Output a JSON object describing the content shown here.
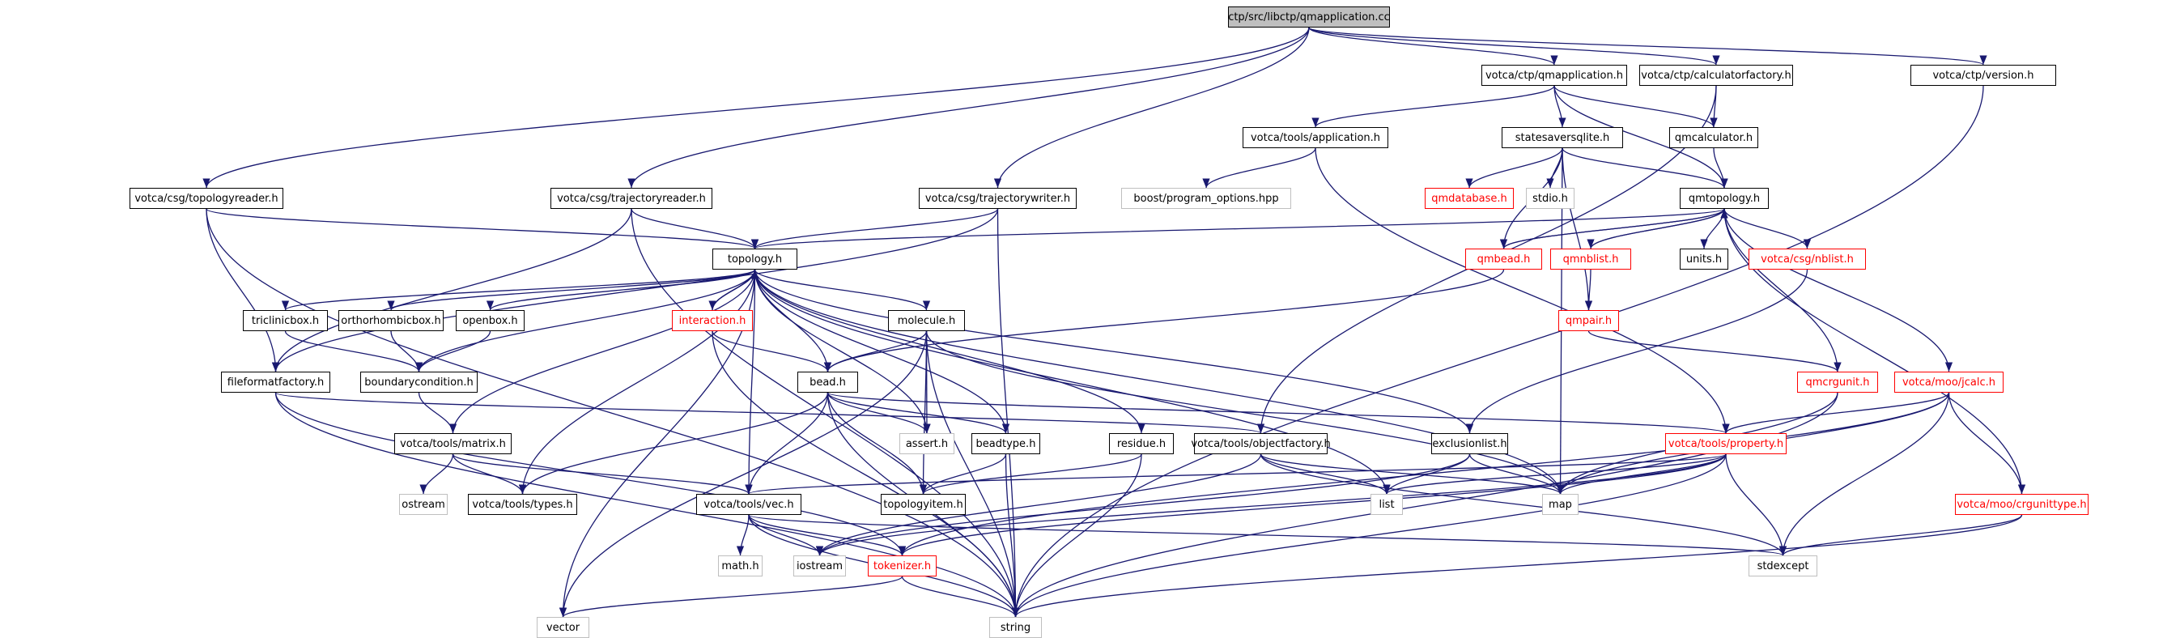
{
  "graph": {
    "nodes": [
      {
        "id": "root",
        "label": "ctp/src/libctp/qmapplication.cc",
        "kind": "root"
      },
      {
        "id": "qmapp_h",
        "label": "votca/ctp/qmapplication.h",
        "kind": "link"
      },
      {
        "id": "calcfac_h",
        "label": "votca/ctp/calculatorfactory.h",
        "kind": "link"
      },
      {
        "id": "version_h",
        "label": "votca/ctp/version.h",
        "kind": "link"
      },
      {
        "id": "tools_app_h",
        "label": "votca/tools/application.h",
        "kind": "link"
      },
      {
        "id": "statesaver_h",
        "label": "statesaversqlite.h",
        "kind": "link"
      },
      {
        "id": "qmcalc_h",
        "label": "qmcalculator.h",
        "kind": "link"
      },
      {
        "id": "topreader_h",
        "label": "votca/csg/topologyreader.h",
        "kind": "link"
      },
      {
        "id": "trajreader_h",
        "label": "votca/csg/trajectoryreader.h",
        "kind": "link"
      },
      {
        "id": "trajwriter_h",
        "label": "votca/csg/trajectorywriter.h",
        "kind": "link"
      },
      {
        "id": "boost_po",
        "label": "boost/program_options.hpp",
        "kind": "external"
      },
      {
        "id": "qmdb_h",
        "label": "qmdatabase.h",
        "kind": "partial"
      },
      {
        "id": "stdio_h",
        "label": "stdio.h",
        "kind": "external"
      },
      {
        "id": "qmtopo_h",
        "label": "qmtopology.h",
        "kind": "link"
      },
      {
        "id": "topology_h",
        "label": "topology.h",
        "kind": "link"
      },
      {
        "id": "qmbead_h",
        "label": "qmbead.h",
        "kind": "partial"
      },
      {
        "id": "qmnblist_h",
        "label": "qmnblist.h",
        "kind": "partial"
      },
      {
        "id": "units_h",
        "label": "units.h",
        "kind": "link"
      },
      {
        "id": "csgnblist_h",
        "label": "votca/csg/nblist.h",
        "kind": "partial"
      },
      {
        "id": "triclinic_h",
        "label": "triclinicbox.h",
        "kind": "link"
      },
      {
        "id": "ortho_h",
        "label": "orthorhombicbox.h",
        "kind": "link"
      },
      {
        "id": "openbox_h",
        "label": "openbox.h",
        "kind": "link"
      },
      {
        "id": "interaction_h",
        "label": "interaction.h",
        "kind": "partial"
      },
      {
        "id": "molecule_h",
        "label": "molecule.h",
        "kind": "link"
      },
      {
        "id": "qmpair_h",
        "label": "qmpair.h",
        "kind": "partial"
      },
      {
        "id": "fileformat_h",
        "label": "fileformatfactory.h",
        "kind": "link"
      },
      {
        "id": "bc_h",
        "label": "boundarycondition.h",
        "kind": "link"
      },
      {
        "id": "bead_h",
        "label": "bead.h",
        "kind": "link"
      },
      {
        "id": "qmcrgunit_h",
        "label": "qmcrgunit.h",
        "kind": "partial"
      },
      {
        "id": "jcalc_h",
        "label": "votca/moo/jcalc.h",
        "kind": "partial"
      },
      {
        "id": "matrix_h",
        "label": "votca/tools/matrix.h",
        "kind": "link"
      },
      {
        "id": "assert_h",
        "label": "assert.h",
        "kind": "external"
      },
      {
        "id": "beadtype_h",
        "label": "beadtype.h",
        "kind": "link"
      },
      {
        "id": "residue_h",
        "label": "residue.h",
        "kind": "link"
      },
      {
        "id": "objfac_h",
        "label": "votca/tools/objectfactory.h",
        "kind": "link"
      },
      {
        "id": "exclist_h",
        "label": "exclusionlist.h",
        "kind": "link"
      },
      {
        "id": "property_h",
        "label": "votca/tools/property.h",
        "kind": "partial"
      },
      {
        "id": "ostream",
        "label": "ostream",
        "kind": "external"
      },
      {
        "id": "types_h",
        "label": "votca/tools/types.h",
        "kind": "link"
      },
      {
        "id": "vec_h",
        "label": "votca/tools/vec.h",
        "kind": "link"
      },
      {
        "id": "topitem_h",
        "label": "topologyitem.h",
        "kind": "link"
      },
      {
        "id": "list",
        "label": "list",
        "kind": "external"
      },
      {
        "id": "map",
        "label": "map",
        "kind": "external"
      },
      {
        "id": "crgunittype_h",
        "label": "votca/moo/crgunittype.h",
        "kind": "partial"
      },
      {
        "id": "math_h",
        "label": "math.h",
        "kind": "external"
      },
      {
        "id": "iostream",
        "label": "iostream",
        "kind": "external"
      },
      {
        "id": "tokenizer_h",
        "label": "tokenizer.h",
        "kind": "partial"
      },
      {
        "id": "stdexcept",
        "label": "stdexcept",
        "kind": "external"
      },
      {
        "id": "vector",
        "label": "vector",
        "kind": "external"
      },
      {
        "id": "string",
        "label": "string",
        "kind": "external"
      }
    ],
    "edges": [
      [
        "root",
        "qmapp_h"
      ],
      [
        "root",
        "calcfac_h"
      ],
      [
        "root",
        "version_h"
      ],
      [
        "root",
        "topreader_h"
      ],
      [
        "root",
        "trajreader_h"
      ],
      [
        "root",
        "trajwriter_h"
      ],
      [
        "qmapp_h",
        "tools_app_h"
      ],
      [
        "qmapp_h",
        "statesaver_h"
      ],
      [
        "qmapp_h",
        "qmcalc_h"
      ],
      [
        "qmapp_h",
        "qmtopo_h"
      ],
      [
        "calcfac_h",
        "qmcalc_h"
      ],
      [
        "calcfac_h",
        "objfac_h"
      ],
      [
        "version_h",
        "string"
      ],
      [
        "tools_app_h",
        "boost_po"
      ],
      [
        "tools_app_h",
        "property_h"
      ],
      [
        "statesaver_h",
        "qmdb_h"
      ],
      [
        "statesaver_h",
        "stdio_h"
      ],
      [
        "statesaver_h",
        "qmtopo_h"
      ],
      [
        "statesaver_h",
        "qmbead_h"
      ],
      [
        "statesaver_h",
        "qmpair_h"
      ],
      [
        "statesaver_h",
        "map"
      ],
      [
        "qmcalc_h",
        "qmtopo_h"
      ],
      [
        "qmtopo_h",
        "topology_h"
      ],
      [
        "qmtopo_h",
        "qmbead_h"
      ],
      [
        "qmtopo_h",
        "qmnblist_h"
      ],
      [
        "qmtopo_h",
        "units_h"
      ],
      [
        "qmtopo_h",
        "csgnblist_h"
      ],
      [
        "qmtopo_h",
        "qmcrgunit_h"
      ],
      [
        "qmtopo_h",
        "jcalc_h"
      ],
      [
        "qmtopo_h",
        "crgunittype_h"
      ],
      [
        "qmbead_h",
        "qmtopo_h"
      ],
      [
        "qmbead_h",
        "bead_h"
      ],
      [
        "qmnblist_h",
        "qmtopo_h"
      ],
      [
        "qmnblist_h",
        "qmpair_h"
      ],
      [
        "qmpair_h",
        "qmcrgunit_h"
      ],
      [
        "csgnblist_h",
        "exclist_h"
      ],
      [
        "topreader_h",
        "topology_h"
      ],
      [
        "topreader_h",
        "fileformat_h"
      ],
      [
        "topreader_h",
        "string"
      ],
      [
        "trajreader_h",
        "topology_h"
      ],
      [
        "trajreader_h",
        "fileformat_h"
      ],
      [
        "trajreader_h",
        "string"
      ],
      [
        "trajwriter_h",
        "topology_h"
      ],
      [
        "trajwriter_h",
        "fileformat_h"
      ],
      [
        "trajwriter_h",
        "string"
      ],
      [
        "topology_h",
        "triclinic_h"
      ],
      [
        "topology_h",
        "ortho_h"
      ],
      [
        "topology_h",
        "openbox_h"
      ],
      [
        "topology_h",
        "interaction_h"
      ],
      [
        "topology_h",
        "molecule_h"
      ],
      [
        "topology_h",
        "bead_h"
      ],
      [
        "topology_h",
        "bc_h"
      ],
      [
        "topology_h",
        "matrix_h"
      ],
      [
        "topology_h",
        "types_h"
      ],
      [
        "topology_h",
        "vec_h"
      ],
      [
        "topology_h",
        "beadtype_h"
      ],
      [
        "topology_h",
        "residue_h"
      ],
      [
        "topology_h",
        "exclist_h"
      ],
      [
        "topology_h",
        "list"
      ],
      [
        "topology_h",
        "map"
      ],
      [
        "topology_h",
        "assert_h"
      ],
      [
        "topology_h",
        "vector"
      ],
      [
        "interaction_h",
        "topology_h"
      ],
      [
        "interaction_h",
        "bead_h"
      ],
      [
        "interaction_h",
        "string"
      ],
      [
        "triclinic_h",
        "bc_h"
      ],
      [
        "ortho_h",
        "bc_h"
      ],
      [
        "openbox_h",
        "bc_h"
      ],
      [
        "bc_h",
        "matrix_h"
      ],
      [
        "molecule_h",
        "bead_h"
      ],
      [
        "molecule_h",
        "assert_h"
      ],
      [
        "molecule_h",
        "topitem_h"
      ],
      [
        "molecule_h",
        "map"
      ],
      [
        "molecule_h",
        "string"
      ],
      [
        "molecule_h",
        "vector"
      ],
      [
        "bead_h",
        "assert_h"
      ],
      [
        "bead_h",
        "beadtype_h"
      ],
      [
        "bead_h",
        "topitem_h"
      ],
      [
        "bead_h",
        "vec_h"
      ],
      [
        "bead_h",
        "types_h"
      ],
      [
        "bead_h",
        "property_h"
      ],
      [
        "bead_h",
        "string"
      ],
      [
        "fileformat_h",
        "objfac_h"
      ],
      [
        "fileformat_h",
        "tokenizer_h"
      ],
      [
        "fileformat_h",
        "string"
      ],
      [
        "matrix_h",
        "ostream"
      ],
      [
        "matrix_h",
        "types_h"
      ],
      [
        "matrix_h",
        "vec_h"
      ],
      [
        "beadtype_h",
        "topitem_h"
      ],
      [
        "beadtype_h",
        "string"
      ],
      [
        "residue_h",
        "topitem_h"
      ],
      [
        "residue_h",
        "string"
      ],
      [
        "objfac_h",
        "map"
      ],
      [
        "objfac_h",
        "list"
      ],
      [
        "objfac_h",
        "iostream"
      ],
      [
        "objfac_h",
        "stdexcept"
      ],
      [
        "exclist_h",
        "list"
      ],
      [
        "exclist_h",
        "map"
      ],
      [
        "exclist_h",
        "iostream"
      ],
      [
        "property_h",
        "map"
      ],
      [
        "property_h",
        "list"
      ],
      [
        "property_h",
        "vec_h"
      ],
      [
        "property_h",
        "tokenizer_h"
      ],
      [
        "property_h",
        "stdexcept"
      ],
      [
        "property_h",
        "iostream"
      ],
      [
        "property_h",
        "string"
      ],
      [
        "qmcrgunit_h",
        "map"
      ],
      [
        "qmcrgunit_h",
        "string"
      ],
      [
        "jcalc_h",
        "property_h"
      ],
      [
        "jcalc_h",
        "map"
      ],
      [
        "jcalc_h",
        "tokenizer_h"
      ],
      [
        "jcalc_h",
        "crgunittype_h"
      ],
      [
        "jcalc_h",
        "stdexcept"
      ],
      [
        "crgunittype_h",
        "stdexcept"
      ],
      [
        "crgunittype_h",
        "string"
      ],
      [
        "vec_h",
        "math_h"
      ],
      [
        "vec_h",
        "iostream"
      ],
      [
        "vec_h",
        "tokenizer_h"
      ],
      [
        "vec_h",
        "string"
      ],
      [
        "vec_h",
        "stdexcept"
      ],
      [
        "tokenizer_h",
        "vector"
      ],
      [
        "tokenizer_h",
        "string"
      ]
    ]
  }
}
